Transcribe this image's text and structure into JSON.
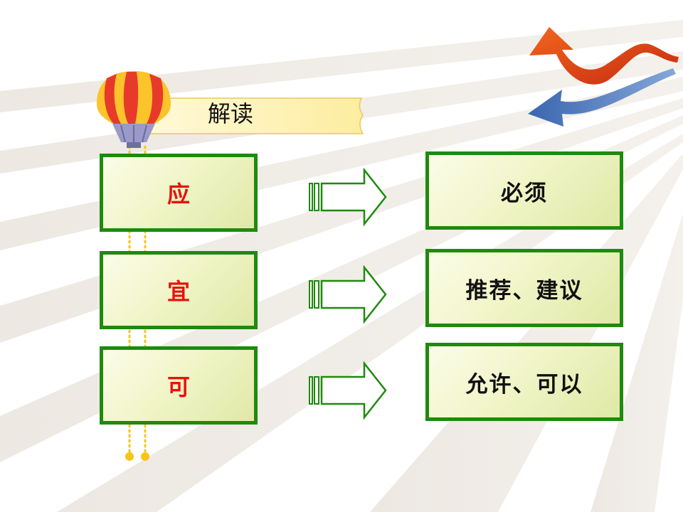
{
  "header": {
    "title": "解读"
  },
  "rows": [
    {
      "term": "应",
      "meaning": "必须"
    },
    {
      "term": "宜",
      "meaning": "推荐、建议"
    },
    {
      "term": "可",
      "meaning": "允许、可以"
    }
  ],
  "colors": {
    "box_border": "#1f8a0e",
    "term_text": "#e8130c",
    "arrow_stroke": "#1f8a0e",
    "dotted_line": "#f5c518"
  },
  "icons": [
    "hot-air-balloon-icon",
    "swoosh-arrows-icon",
    "right-arrow-icon"
  ]
}
